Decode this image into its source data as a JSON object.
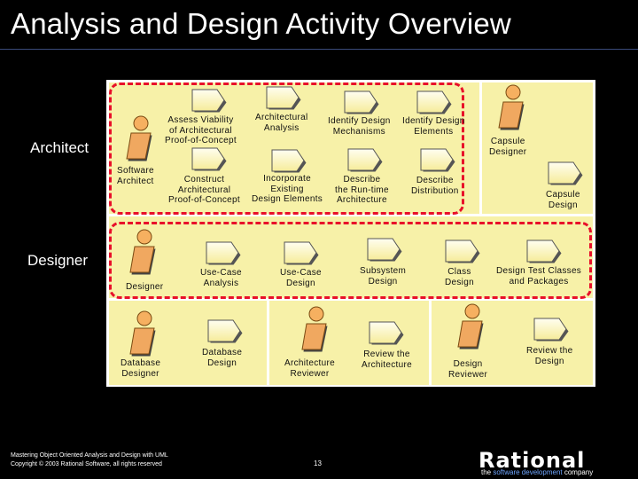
{
  "title": "Analysis and Design Activity Overview",
  "lanes": {
    "architect": "Architect",
    "designer": "Designer"
  },
  "workers": {
    "software_architect": "Software\nArchitect",
    "designer": "Designer",
    "database_designer": "Database\nDesigner",
    "architecture_reviewer": "Architecture\nReviewer",
    "design_reviewer": "Design\nReviewer",
    "capsule_designer": "Capsule\nDesigner"
  },
  "activities": {
    "assess_viability": "Assess Viability\nof Architectural\nProof-of-Concept",
    "architectural_analysis": "Architectural\nAnalysis",
    "identify_design_mechanisms": "Identify Design\nMechanisms",
    "identify_design_elements": "Identify Design\nElements",
    "construct_poc": "Construct\nArchitectural\nProof-of-Concept",
    "incorporate_existing": "Incorporate\nExisting\nDesign Elements",
    "describe_runtime": "Describe\nthe Run-time\nArchitecture",
    "describe_distribution": "Describe\nDistribution",
    "capsule_design": "Capsule\nDesign",
    "use_case_analysis": "Use-Case\nAnalysis",
    "use_case_design": "Use-Case\nDesign",
    "subsystem_design": "Subsystem\nDesign",
    "class_design": "Class\nDesign",
    "design_test_classes": "Design Test Classes\nand Packages",
    "database_design": "Database\nDesign",
    "review_architecture": "Review the\nArchitecture",
    "review_design": "Review the\nDesign"
  },
  "footer": {
    "line1": "Mastering Object Oriented Analysis and Design with UML",
    "line2": "Copyright © 2003 Rational Software, all rights reserved",
    "page": "13"
  },
  "logo": {
    "brand": "Rational",
    "tagline_prefix": "the ",
    "tagline_accent": "software development",
    "tagline_suffix": " company"
  },
  "colors": {
    "background": "#000000",
    "cell": "#f7f1a8",
    "dashed_outline": "#e8102a",
    "worker": "#f0a860"
  },
  "icons": {
    "activity": "activity-pentagon-icon",
    "worker": "worker-figure-icon"
  }
}
